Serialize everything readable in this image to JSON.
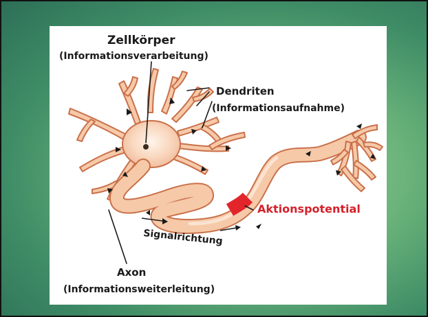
{
  "labels": {
    "zellkoerper": "Zellkörper",
    "zellkoerper_sub": "(Informationsverarbeitung)",
    "dendriten": "Dendriten",
    "dendriten_sub": "(Informationsaufnahme)",
    "aktionspotential": "Aktionspotential",
    "signalrichtung": "Signalrichtung",
    "axon": "Axon",
    "axon_sub": "(Informationsweiterleitung)"
  },
  "colors": {
    "background_green": "#5aa672",
    "neuron_fill": "#f6c9a8",
    "neuron_outline": "#c9704a",
    "soma_fill": "#fbe3cf",
    "action_potential": "#e2252b",
    "label_red": "#d4212a"
  }
}
